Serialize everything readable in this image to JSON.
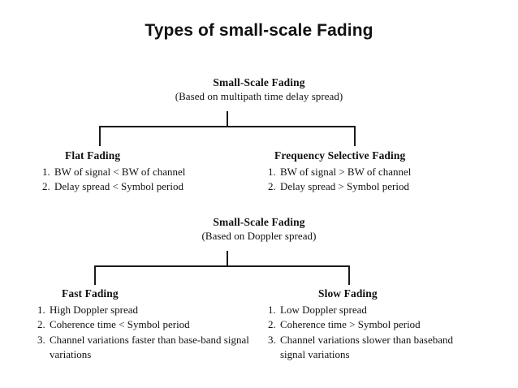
{
  "slide": {
    "title": "Types of small-scale Fading",
    "background": "#ffffff",
    "ink": "#111111"
  },
  "trees": [
    {
      "root_title": "Small-Scale Fading",
      "root_subtitle": "(Based on multipath time delay spread)",
      "children": [
        {
          "title": "Flat Fading",
          "items": [
            {
              "num": "1.",
              "text": "BW of signal < BW of channel"
            },
            {
              "num": "2.",
              "text": "Delay spread < Symbol period"
            }
          ]
        },
        {
          "title": "Frequency Selective Fading",
          "items": [
            {
              "num": "1.",
              "text": "BW of signal > BW of channel"
            },
            {
              "num": "2.",
              "text": "Delay spread > Symbol period"
            }
          ]
        }
      ]
    },
    {
      "root_title": "Small-Scale Fading",
      "root_subtitle": "(Based on Doppler spread)",
      "children": [
        {
          "title": "Fast Fading",
          "items": [
            {
              "num": "1.",
              "text": "High Doppler spread"
            },
            {
              "num": "2.",
              "text": "Coherence time < Symbol period"
            },
            {
              "num": "3.",
              "text": "Channel variations faster than base-band signal variations"
            }
          ]
        },
        {
          "title": "Slow Fading",
          "items": [
            {
              "num": "1.",
              "text": "Low Doppler spread"
            },
            {
              "num": "2.",
              "text": "Coherence time > Symbol period"
            },
            {
              "num": "3.",
              "text": "Channel variations slower than baseband signal variations"
            }
          ]
        }
      ]
    }
  ]
}
